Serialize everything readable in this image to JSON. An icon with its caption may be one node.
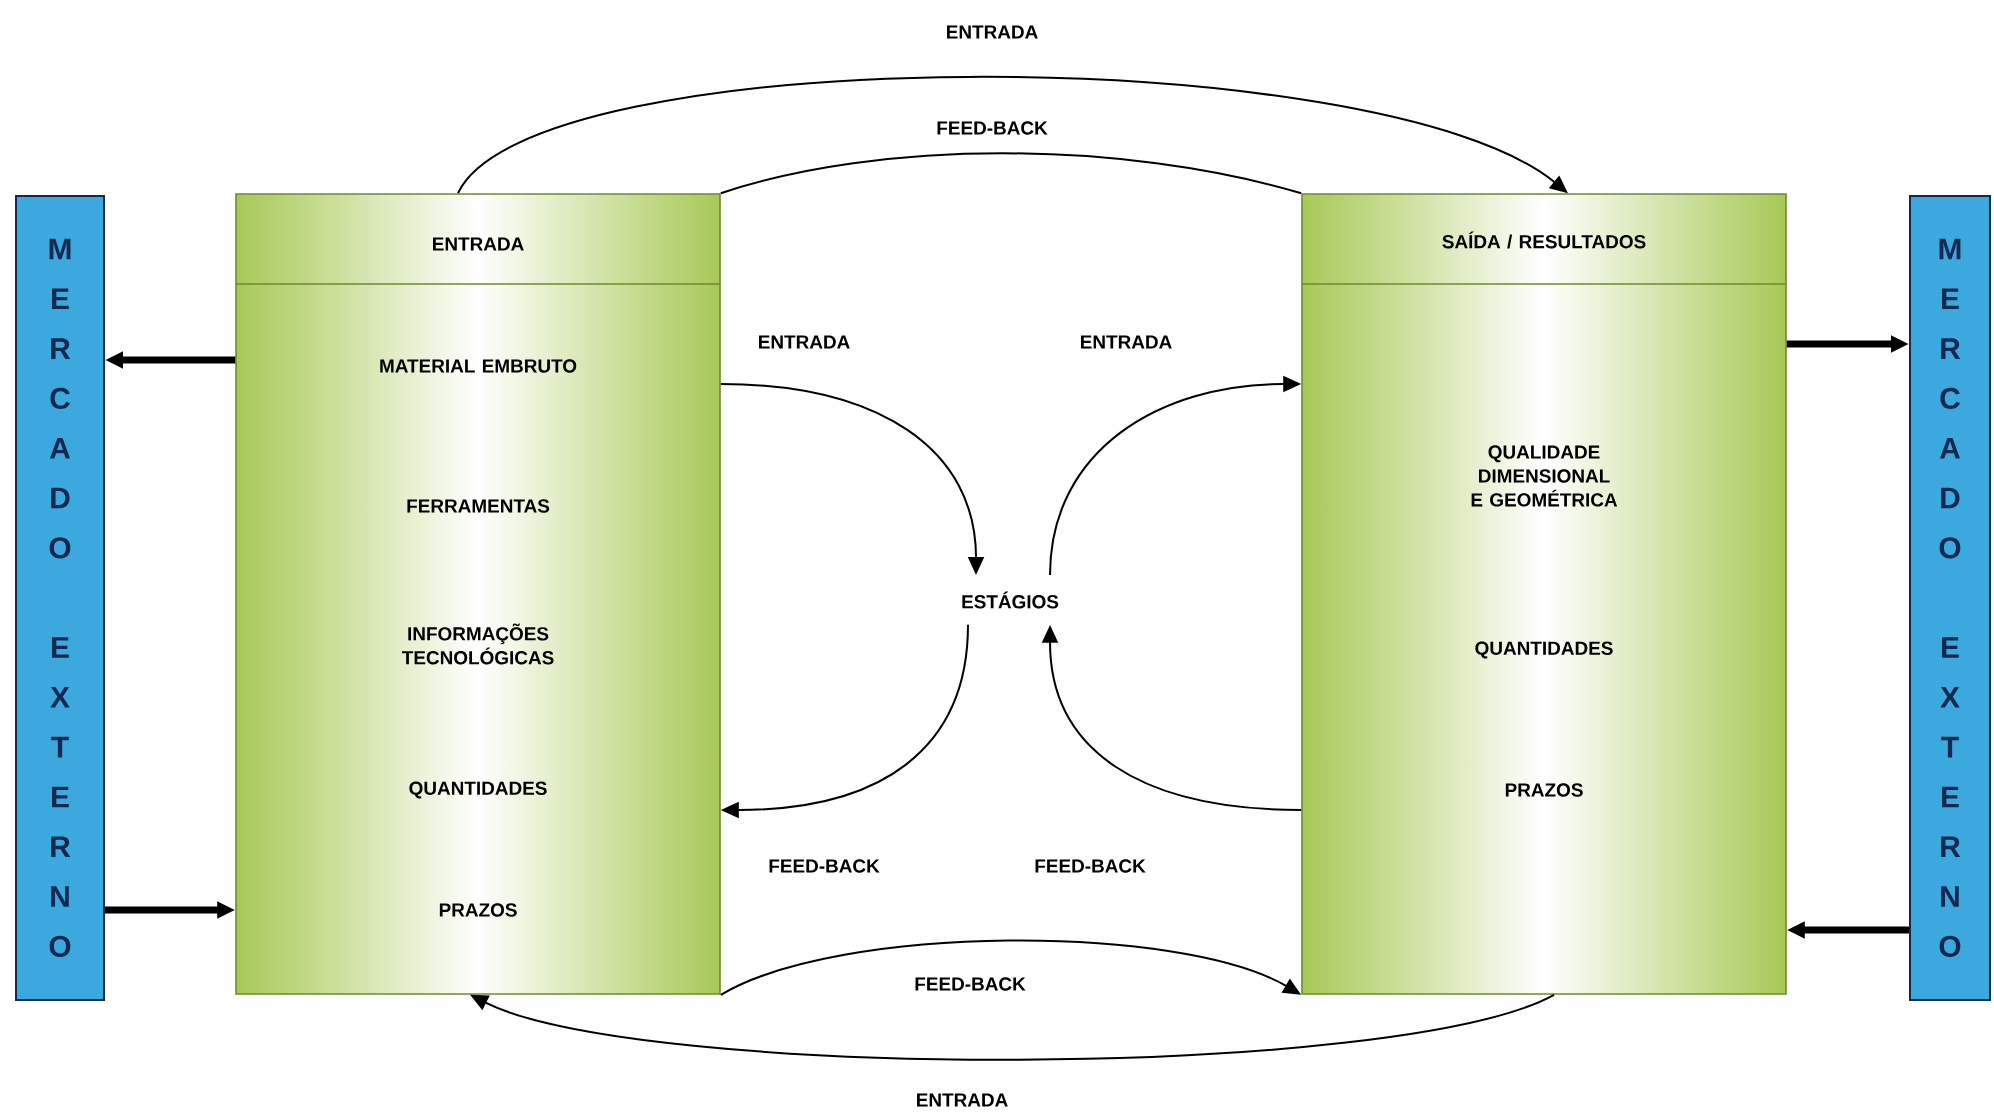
{
  "diagram": {
    "nodes": [
      {
        "text": [
          "MERCADO EXTERNO"
        ]
      },
      {
        "text": [
          "ENTRADA",
          "MATERIAL EMBRUTO",
          "FERRAMENTAS",
          "INFORMAÇÕES TECNOLÓGICAS",
          "QUANTIDADES",
          "PRAZOS"
        ]
      },
      {
        "text": [
          "ESTÁGIOS"
        ]
      },
      {
        "text": [
          "SAÍDA / RESULTADOS",
          "QUALIDADE DIMENSIONAL E GEOMÉTRICA",
          "QUANTIDADES",
          "PRAZOS"
        ]
      },
      {
        "text": [
          "MERCADO EXTERNO"
        ]
      }
    ],
    "edges": [
      {
        "from": 1,
        "to": 3,
        "arrow": "to",
        "label": "ENTRADA"
      },
      {
        "from": 3,
        "to": 1,
        "arrow": "none",
        "label": "FEED-BACK"
      },
      {
        "from": 1,
        "to": 0,
        "arrow": "to",
        "style": "thick"
      },
      {
        "from": 0,
        "to": 1,
        "arrow": "to",
        "style": "thick"
      },
      {
        "from": 3,
        "to": 4,
        "arrow": "to",
        "style": "thick"
      },
      {
        "from": 4,
        "to": 3,
        "arrow": "to",
        "style": "thick"
      },
      {
        "from": 1,
        "to": 2,
        "arrow": "to",
        "label": "ENTRADA"
      },
      {
        "from": 2,
        "to": 3,
        "arrow": "to",
        "label": "ENTRADA"
      },
      {
        "from": 2,
        "to": 1,
        "arrow": "to",
        "label": "FEED-BACK"
      },
      {
        "from": 3,
        "to": 2,
        "arrow": "to",
        "label": "FEED-BACK"
      },
      {
        "from": 1,
        "to": 3,
        "arrow": "to",
        "label": "FEED-BACK"
      },
      {
        "from": 3,
        "to": 1,
        "arrow": "to",
        "label": "ENTRADA"
      }
    ]
  }
}
